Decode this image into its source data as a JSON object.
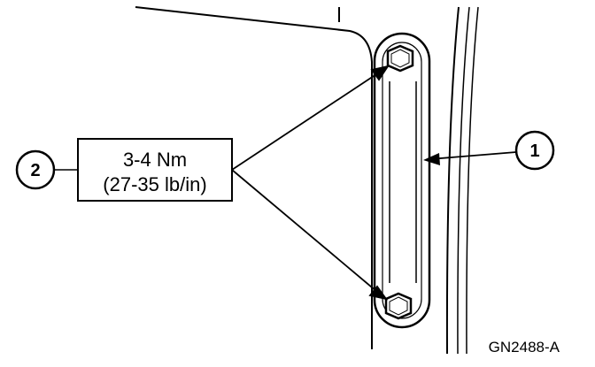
{
  "torque_spec": {
    "line1": "3-4 Nm",
    "line2": "(27-35 lb/in)"
  },
  "callouts": {
    "fastener_ref": "2",
    "bracket_ref": "1"
  },
  "figure_id": "GN2488-A",
  "colors": {
    "ink": "#000000",
    "background": "#ffffff"
  }
}
